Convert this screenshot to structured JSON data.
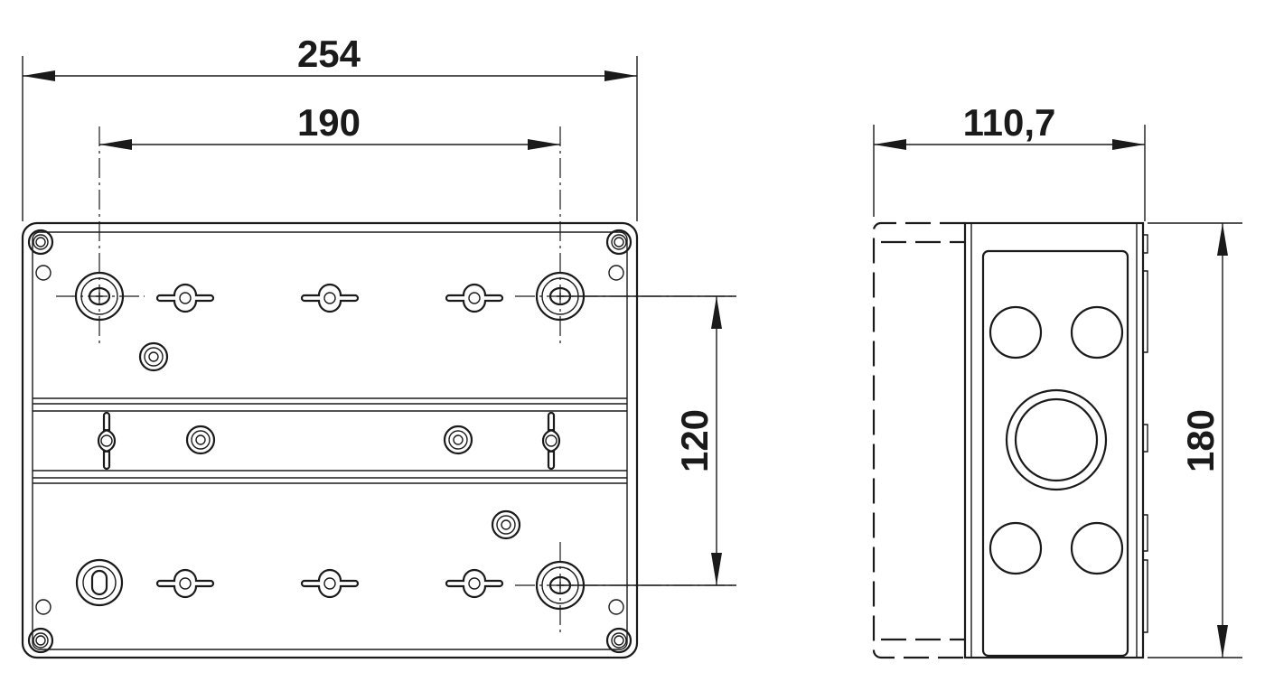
{
  "drawing": {
    "front_view": {
      "overall_width": "254",
      "hole_spacing_horizontal": "190",
      "hole_spacing_vertical": "120"
    },
    "side_view": {
      "depth": "110,7",
      "height": "180"
    }
  }
}
